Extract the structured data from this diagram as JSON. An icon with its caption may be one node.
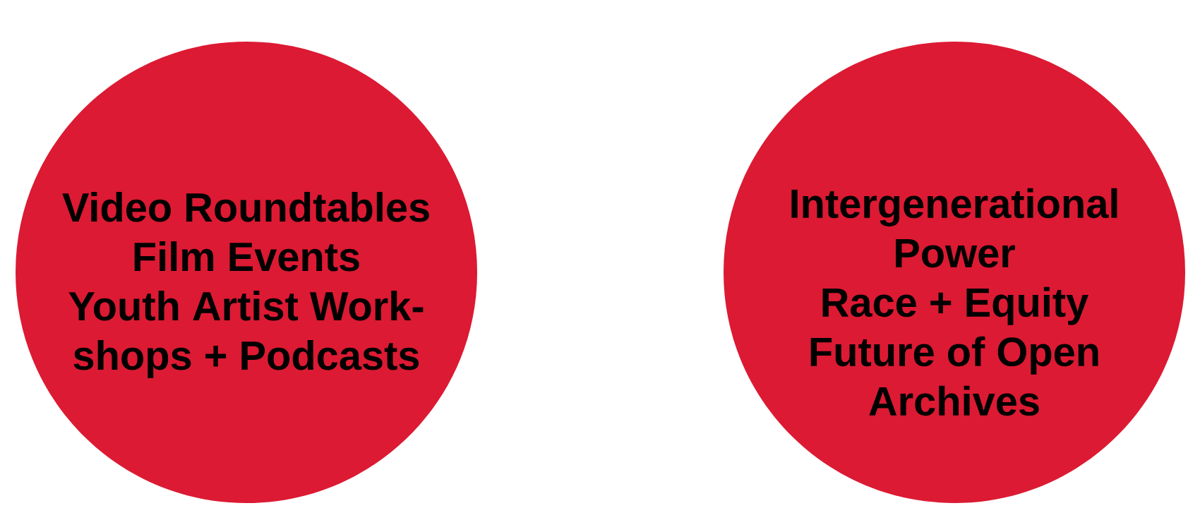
{
  "diagram": {
    "nodes": [
      {
        "text": [
          "Video Roundtables",
          "Film Events",
          "Youth Artist Work- shops + Podcasts"
        ]
      },
      {
        "text": [
          "Intergenerational Power",
          "Race + Equity",
          "Future of Open Archives"
        ]
      }
    ]
  }
}
